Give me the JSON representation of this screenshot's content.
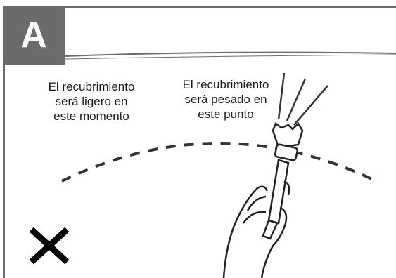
{
  "panel": {
    "label": "A",
    "caption_light": "El recubrimiento\nserá ligero en\neste momento",
    "caption_heavy": "El recubrimiento\nserá pesado en\neste punto",
    "status_icon": "cross-mark-icon",
    "colors": {
      "frame": "#6b6b6b",
      "ink": "#1a1a1a",
      "mark": "#000000"
    }
  }
}
